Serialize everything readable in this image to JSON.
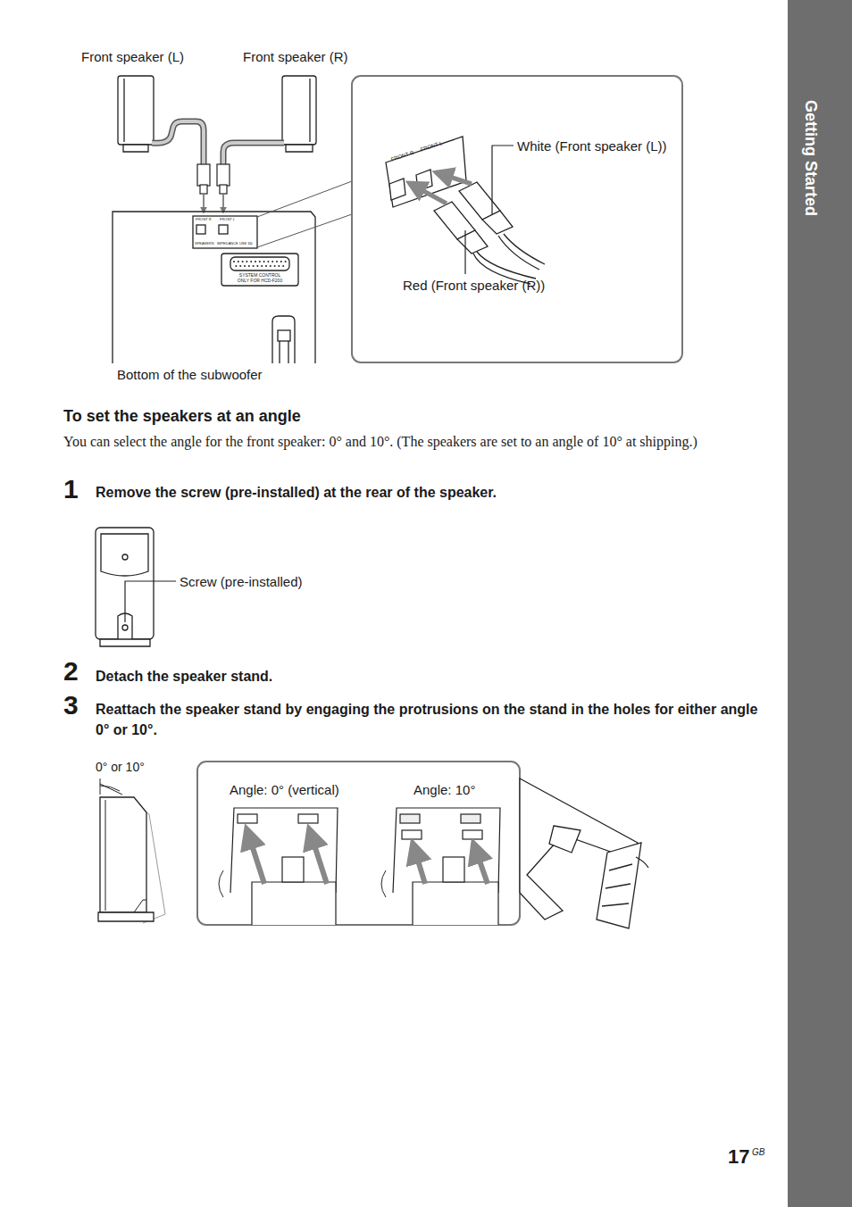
{
  "diagram": {
    "title": "To set the speakers at an angle",
    "labels": [
      "Getting Started",
      "Front speaker (L)",
      "Front speaker (R)",
      "FRONT R",
      "FRONT L",
      "SPEAKERS",
      "IMPEDANCE USE 3Ω",
      "SYSTEM CONTROL",
      "ONLY FOR HCD-F200",
      "FRONT R",
      "FRONT L",
      "White (Front speaker (L))",
      "Red (Front speaker (R))",
      "Bottom of the subwoofer",
      "You can select the angle for the front speaker: 0° and 10°. (The speakers are set to an angle of 10° at shipping.)",
      "1",
      "Remove the screw (pre-installed) at the rear of the speaker.",
      "Screw (pre-installed)",
      "2",
      "Detach the speaker stand.",
      "3",
      "Reattach the speaker stand by engaging the protrusions on the stand in the holes for either angle 0° or 10°.",
      "0° or 10°",
      "Angle: 0° (vertical)",
      "Angle: 10°",
      "17",
      "GB"
    ]
  }
}
